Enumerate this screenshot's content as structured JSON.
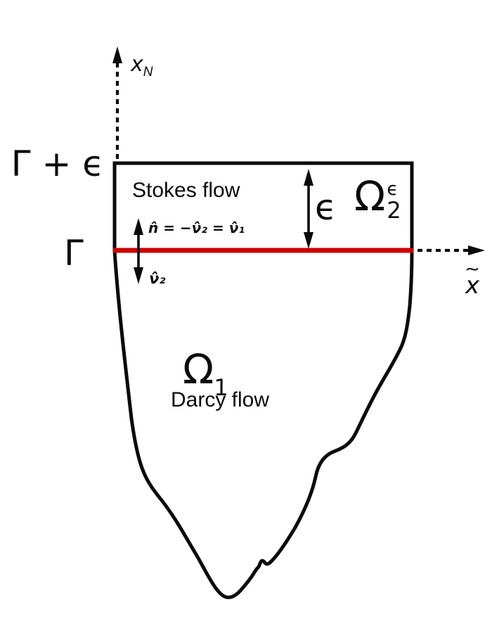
{
  "figure": {
    "description": "Coupled Stokes-Darcy flow domain sketch",
    "colors": {
      "interface_red": "#cc0000",
      "line_black": "#0a0a0a"
    },
    "labels": {
      "axis_y_base": "x",
      "axis_y_sub": "N",
      "axis_x_accent": "∼",
      "axis_x_base": "x",
      "gamma_plus_eps": "Γ + ϵ",
      "gamma": "Γ",
      "stokes_flow": "Stokes flow",
      "normal_identity": "n̂ = −ν̂₂ = ν̂₁",
      "nu_hat_2": "ν̂₂",
      "epsilon_gap": "ϵ",
      "omega2_base": "Ω",
      "omega2_sup": "ϵ",
      "omega2_sub": "2",
      "omega1_base": "Ω",
      "omega1_sub": "1",
      "darcy_flow": "Darcy flow"
    }
  }
}
